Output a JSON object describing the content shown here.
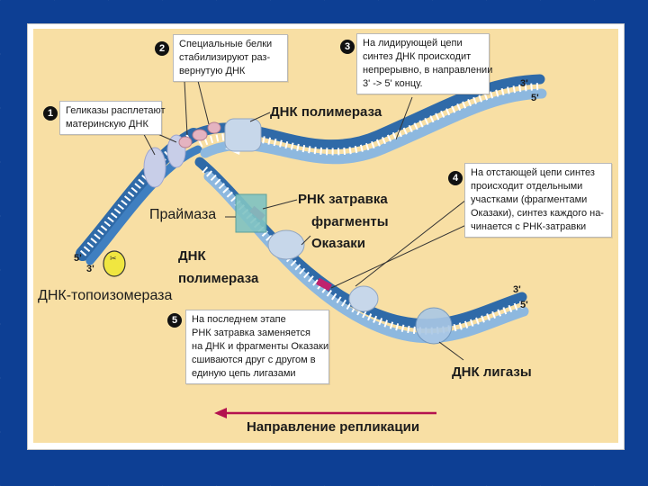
{
  "annotations": [
    {
      "number": "1",
      "lines": [
        "Геликазы расплетают",
        "материнскую ДНК"
      ]
    },
    {
      "number": "2",
      "lines": [
        "Специальные белки",
        "стабилизируют раз-",
        "вернутую ДНК"
      ]
    },
    {
      "number": "3",
      "lines": [
        "На лидирующей цепи",
        "синтез ДНК происходит",
        "непрерывно, в направлении",
        "3' -> 5' концу."
      ]
    },
    {
      "number": "4",
      "lines": [
        "На отстающей цепи синтез",
        "происходит отдельными",
        "участками (фрагментами",
        "Оказаки), синтез каждого на-",
        "чинается с РНК-затравки"
      ]
    },
    {
      "number": "5",
      "lines": [
        "На последнем этапе",
        "РНК затравка заменяется",
        "на ДНК и фрагменты Оказаки",
        "сшиваются друг с другом в",
        "единую цепь лигазами"
      ]
    }
  ],
  "labels": {
    "dna_polymerase_top": "ДНК полимераза",
    "rna_primer": "РНК затравка",
    "okazaki_line1": "фрагменты",
    "okazaki_line2": "Оказаки",
    "primase": "Праймаза",
    "dna_polymerase_left_1": "ДНК",
    "dna_polymerase_left_2": "полимераза",
    "topoisomerase": "ДНК-топоизомераза",
    "dna_ligase": "ДНК лигазы",
    "direction": "Направление репликации"
  },
  "strand_ends": {
    "left_5": "5'",
    "left_3": "3'",
    "top_right_3": "3'",
    "top_right_5": "5'",
    "mid_right_3": "3'",
    "mid_right_5": "5'"
  },
  "colors": {
    "background": "#0d3f94",
    "panel": "#f8dfa4",
    "strand": "#3f7fc0",
    "new_strand": "#8db8df",
    "rna_primer": "#c0226e",
    "direction_arrow": "#b4124f",
    "topoisomerase": "#f0e640"
  }
}
